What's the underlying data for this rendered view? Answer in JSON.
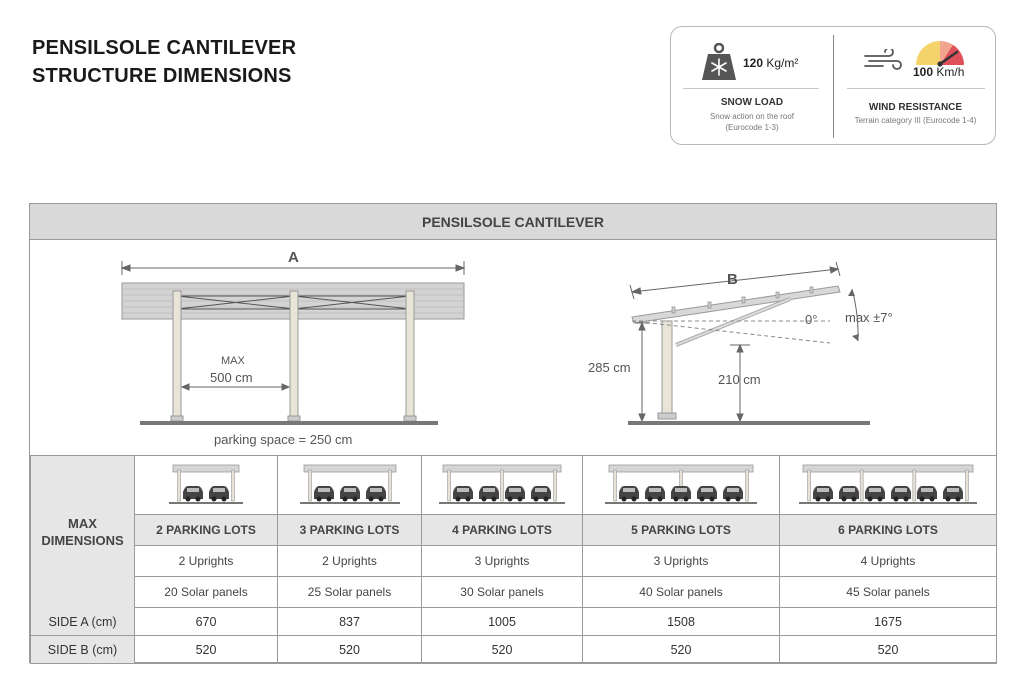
{
  "title": {
    "line1": "PENSILSOLE CANTILEVER",
    "line2": "STRUCTURE DIMENSIONS"
  },
  "snow": {
    "value": "120",
    "unit": "Kg/m²",
    "label": "SNOW LOAD",
    "sub1": "Snow action on the roof",
    "sub2": "(Eurocode 1-3)",
    "icon": "snowflake-weight-icon"
  },
  "wind": {
    "value": "100",
    "unit": "Km/h",
    "label": "WIND RESISTANCE",
    "sub1": "Terrain category III (Eurocode 1-4)",
    "icon": "wind-gauge-icon"
  },
  "panel": {
    "title": "PENSILSOLE CANTILEVER"
  },
  "diagram_front": {
    "dim_a": "A",
    "max": "MAX",
    "max_span": "500 cm",
    "parking": "parking space = 250 cm"
  },
  "diagram_side": {
    "dim_b": "B",
    "h1": "285 cm",
    "h2": "210 cm",
    "angle0": "0°",
    "angle_max": "max ±7°"
  },
  "table": {
    "max_dim_line1": "MAX",
    "max_dim_line2": "DIMENSIONS",
    "side_a_label": "SIDE A (cm)",
    "side_b_label": "SIDE B (cm)",
    "columns": [
      {
        "lots": "2 PARKING LOTS",
        "uprights": "2 Uprights",
        "panels": "20 Solar panels",
        "side_a": "670",
        "side_b": "520",
        "cars": 2,
        "posts": 2
      },
      {
        "lots": "3 PARKING LOTS",
        "uprights": "2 Uprights",
        "panels": "25 Solar panels",
        "side_a": "837",
        "side_b": "520",
        "cars": 3,
        "posts": 2
      },
      {
        "lots": "4 PARKING LOTS",
        "uprights": "3 Uprights",
        "panels": "30 Solar panels",
        "side_a": "1005",
        "side_b": "520",
        "cars": 4,
        "posts": 3
      },
      {
        "lots": "5 PARKING LOTS",
        "uprights": "3 Uprights",
        "panels": "40 Solar panels",
        "side_a": "1508",
        "side_b": "520",
        "cars": 5,
        "posts": 3
      },
      {
        "lots": "6 PARKING LOTS",
        "uprights": "4 Uprights",
        "panels": "45 Solar panels",
        "side_a": "1675",
        "side_b": "520",
        "cars": 6,
        "posts": 4
      }
    ]
  },
  "colors": {
    "header_bg": "#d9d9d9",
    "cell_bg": "#e6e6e6",
    "gauge_red": "#e0505a",
    "gauge_yellow": "#f5d36b"
  }
}
